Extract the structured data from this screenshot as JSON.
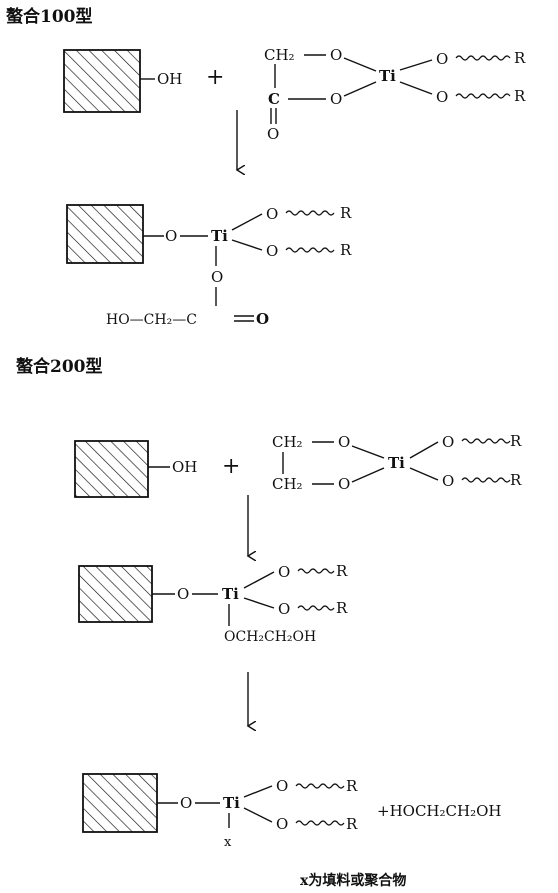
{
  "sections": [
    {
      "title": "螯合100型"
    },
    {
      "title": "螯合200型"
    }
  ],
  "labels": {
    "oh": "OH",
    "o": "O",
    "c": "C",
    "ti": "Ti",
    "r": "R",
    "plus": "+",
    "x": "x",
    "ch2": "CH₂",
    "ho_ch2": "HO—CH₂—C",
    "och2ch2oh": "OCH₂CH₂OH",
    "plus_hoch2ch2oh": "+HOCH₂CH₂OH"
  },
  "footnote": "x为填料或聚合物"
}
